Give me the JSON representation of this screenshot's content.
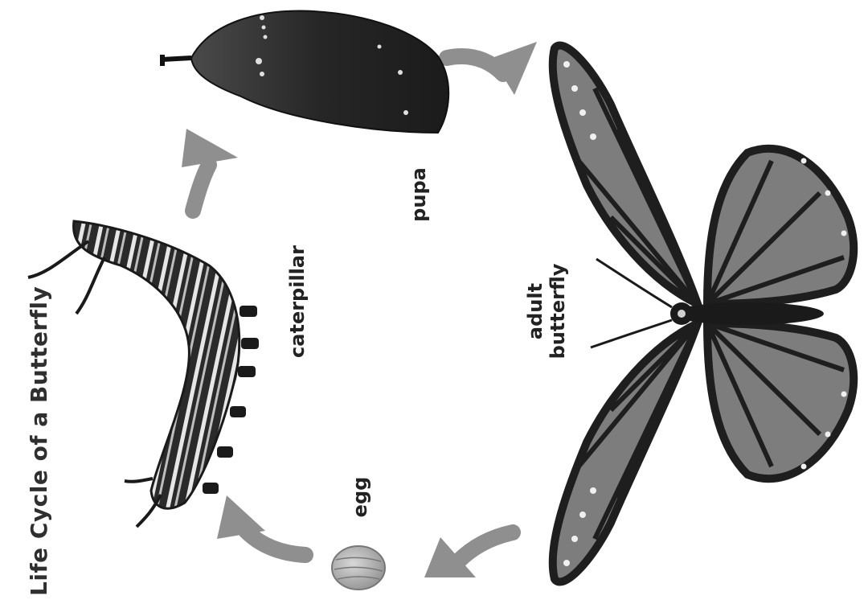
{
  "title": "Life Cycle of a Butterfly",
  "stages": {
    "egg": "egg",
    "caterpillar": "caterpillar",
    "pupa": "pupa",
    "adult_line1": "adult",
    "adult_line2": "butterfly"
  },
  "colors": {
    "arrow": "#8f8f8f",
    "wing_fill": "#7d7d7d",
    "wing_dark": "#1e1e1e",
    "pupa": "#2e2e2e",
    "egg": "#b5b5b5"
  }
}
